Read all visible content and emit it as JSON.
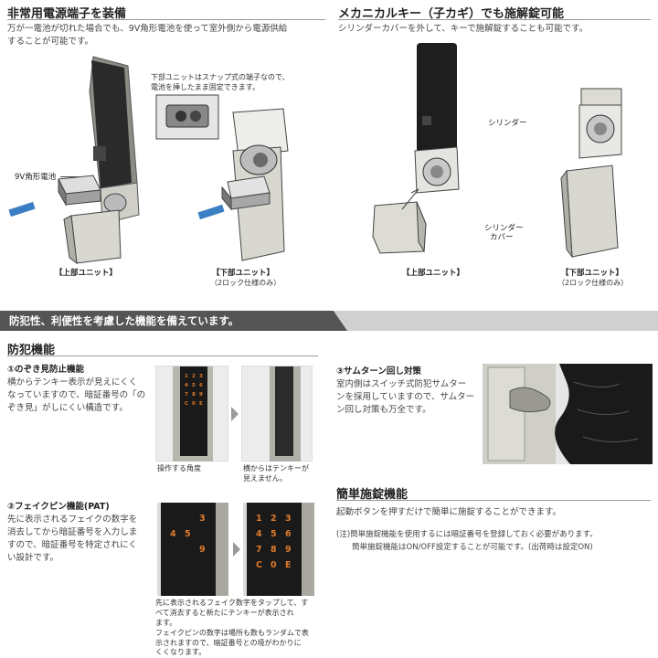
{
  "top_left": {
    "title": "非常用電源端子を装備",
    "desc_line1": "万が一電池が切れた場合でも、9V角形電池を使って室外側から電源供給",
    "desc_line2": "することが可能です。",
    "callout_line1": "下部ユニットはスナップ式の端子なので、",
    "callout_line2": "電池を挿したまま固定できます。",
    "battery_label": "9V角形電池",
    "upper_unit": "【上部ユニット】",
    "lower_unit": "【下部ユニット】",
    "lower_unit_note": "（2ロック仕様のみ）"
  },
  "top_right": {
    "title": "メカニカルキー（子カギ）でも施解錠可能",
    "desc": "シリンダーカバーを外して、キーで施解錠することも可能です。",
    "cylinder_label": "シリンダー",
    "cover_label_1": "シリンダー",
    "cover_label_2": "カバー",
    "upper_unit": "【上部ユニット】",
    "lower_unit": "【下部ユニット】",
    "lower_unit_note": "（2ロック仕様のみ）"
  },
  "banner": {
    "text": "防犯性、利便性を考慮した機能を備えています。"
  },
  "security": {
    "title": "防犯機能",
    "f1_title": "①のぞき見防止機能",
    "f1_l1": "横からテンキー表示が見えにくく",
    "f1_l2": "なっていますので、暗証番号の「の",
    "f1_l3": "ぞき見」がしにくい構造です。",
    "cap_a": "操作する角度",
    "cap_b1": "横からはテンキーが",
    "cap_b2": "見えません。",
    "f2_title": "②フェイクピン機能(PAT)",
    "f2_l1": "先に表示されるフェイクの数字を",
    "f2_l2": "消去してから暗証番号を入力しま",
    "f2_l3": "すので、暗証番号を特定されにく",
    "f2_l4": "い設計です。",
    "fake_cap_1": "先に表示されるフェイク数字をタップして、す",
    "fake_cap_2": "べて消去すると新たにテンキーが表示され",
    "fake_cap_3": "ます。",
    "fake_cap_4": "フェイクピンの数字は場所も数もランダムで表",
    "fake_cap_5": "示されますので、暗証番号との境がわかりに",
    "fake_cap_6": "くくなります。",
    "f3_title": "③サムターン回し対策",
    "f3_l1": "室内側はスイッチ式防犯サムター",
    "f3_l2": "ンを採用していますので、サムター",
    "f3_l3": "ン回し対策も万全です。"
  },
  "easy_lock": {
    "title": "簡単施錠機能",
    "desc": "起動ボタンを押すだけで簡単に施錠することができます。",
    "note_1": "(注)簡単施錠機能を使用するには暗証番号を登録しておく必要があります。",
    "note_2": "簡単施錠機能はON/OFF設定することが可能です。(出荷時は設定ON)"
  },
  "keypad_fake": [
    "3",
    "4",
    "5",
    "9"
  ],
  "keypad_full": [
    "1",
    "2",
    "3",
    "4",
    "5",
    "6",
    "7",
    "8",
    "9",
    "C",
    "0",
    "E"
  ],
  "keypad_small": [
    "1",
    "2",
    "3",
    "4",
    "5",
    "6",
    "7",
    "8",
    "9",
    "C",
    "0",
    "E"
  ]
}
